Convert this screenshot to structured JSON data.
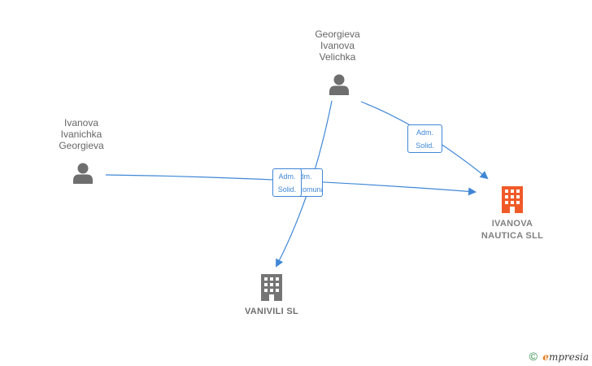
{
  "nodes": {
    "person_georgieva": {
      "name_lines": [
        "Georgieva",
        "Ivanova",
        "Velichka"
      ],
      "icon": "person-icon"
    },
    "person_ivanova": {
      "name_lines": [
        "Ivanova",
        "Ivanichka",
        "Georgieva"
      ],
      "icon": "person-icon"
    },
    "company_ivanova_nautica": {
      "name_lines": [
        "IVANOVA",
        "NAUTICA  SLL"
      ],
      "icon": "building-icon",
      "color": "#f05a28"
    },
    "company_vanivili": {
      "name_lines": [
        "VANIVILI  SL"
      ],
      "icon": "building-icon",
      "color": "#757575"
    }
  },
  "edges": {
    "georgieva_to_nautica": {
      "label_lines": [
        "Adm.",
        "Solid."
      ],
      "color": "#3f87d6"
    },
    "ivanova_to_nautica": {
      "label_lines": [
        "Adm.",
        "Solid."
      ],
      "color": "#3f87d6"
    },
    "georgieva_to_vanivili": {
      "label_lines": [
        "Adm.",
        "Mancomunado"
      ],
      "color": "#3f87d6"
    }
  },
  "footer": {
    "copyright_symbol": "©",
    "brand_first": "e",
    "brand_rest": "mpresia"
  }
}
